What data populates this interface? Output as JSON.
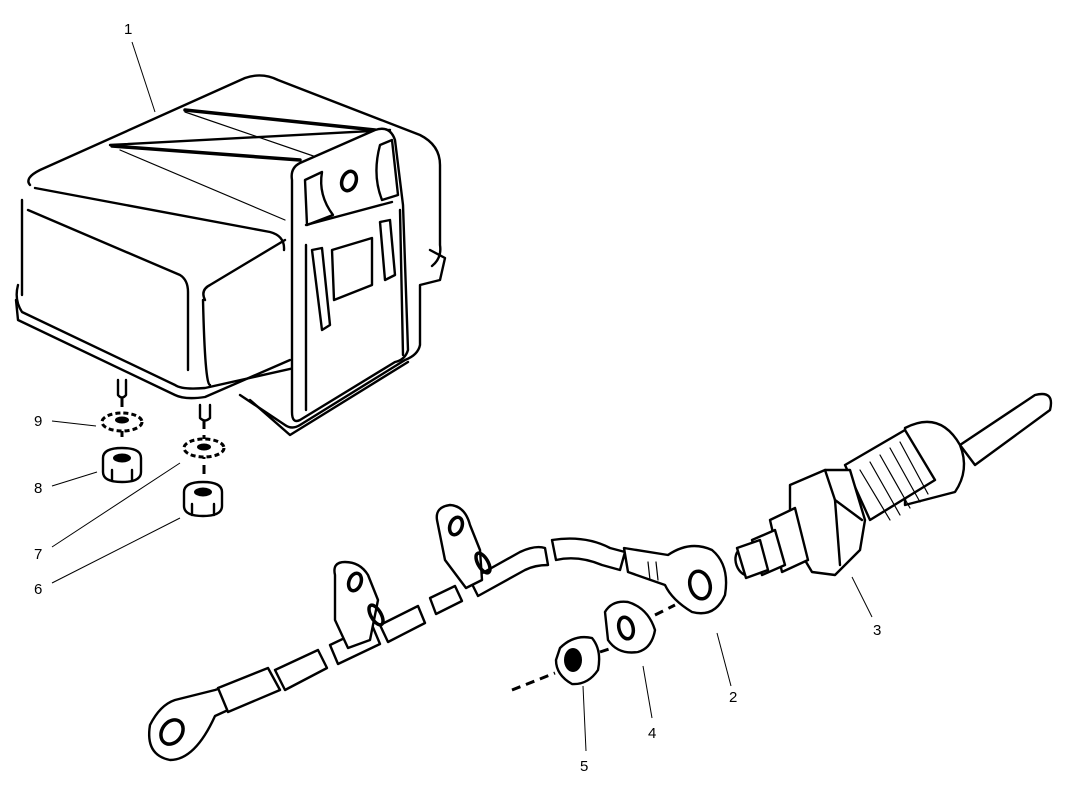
{
  "diagram": {
    "type": "exploded-parts-view",
    "colors": {
      "background": "#ffffff",
      "line": "#000000"
    },
    "callouts": [
      {
        "id": "1",
        "label": "1",
        "part": "relay-housing"
      },
      {
        "id": "2",
        "label": "2",
        "part": "cable-harness"
      },
      {
        "id": "3",
        "label": "3",
        "part": "glow-plug"
      },
      {
        "id": "4",
        "label": "4",
        "part": "washer"
      },
      {
        "id": "5",
        "label": "5",
        "part": "nut"
      },
      {
        "id": "6",
        "label": "6",
        "part": "nut"
      },
      {
        "id": "7",
        "label": "7",
        "part": "lock-washer"
      },
      {
        "id": "8",
        "label": "8",
        "part": "nut"
      },
      {
        "id": "9",
        "label": "9",
        "part": "lock-washer"
      }
    ]
  }
}
